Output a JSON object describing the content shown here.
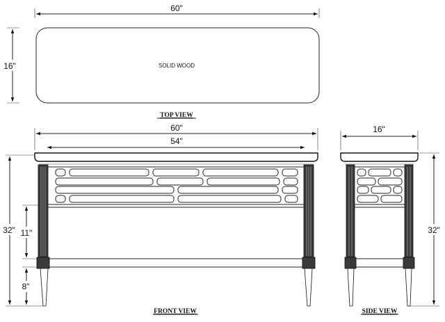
{
  "dimensions": {
    "top_width": "60\"",
    "top_depth": "16\"",
    "front_width": "60\"",
    "front_inner_width": "54\"",
    "front_height": "32\"",
    "front_apron_height": "11\"",
    "front_leg_height": "8\"",
    "side_depth": "16\"",
    "side_height": "32\""
  },
  "labels": {
    "material": "SOLID WOOD",
    "top_view": "TOP VIEW",
    "front_view": "FRONT VIEW",
    "side_view": "SIDE VIEW"
  }
}
